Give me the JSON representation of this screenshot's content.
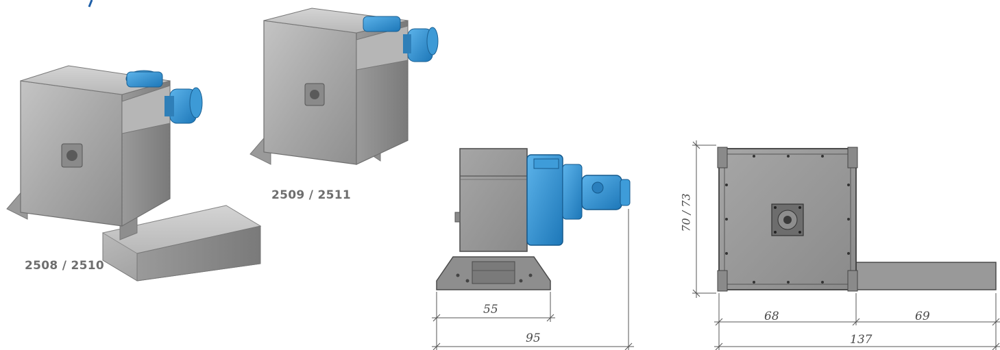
{
  "labels": {
    "model_a": "2508 / 2510",
    "model_b": "2509 / 2511"
  },
  "dimensions": {
    "side_base": "55",
    "side_total": "95",
    "front_height": "70 / 73",
    "front_body": "68",
    "front_extension": "69",
    "front_total": "137"
  },
  "colors": {
    "motor_blue": "#2f8fd0",
    "steel": "#a9a9a9",
    "steel_dark": "#7d7d7d",
    "dim_line": "#555555",
    "accent_blue": "#1f5fa8"
  }
}
